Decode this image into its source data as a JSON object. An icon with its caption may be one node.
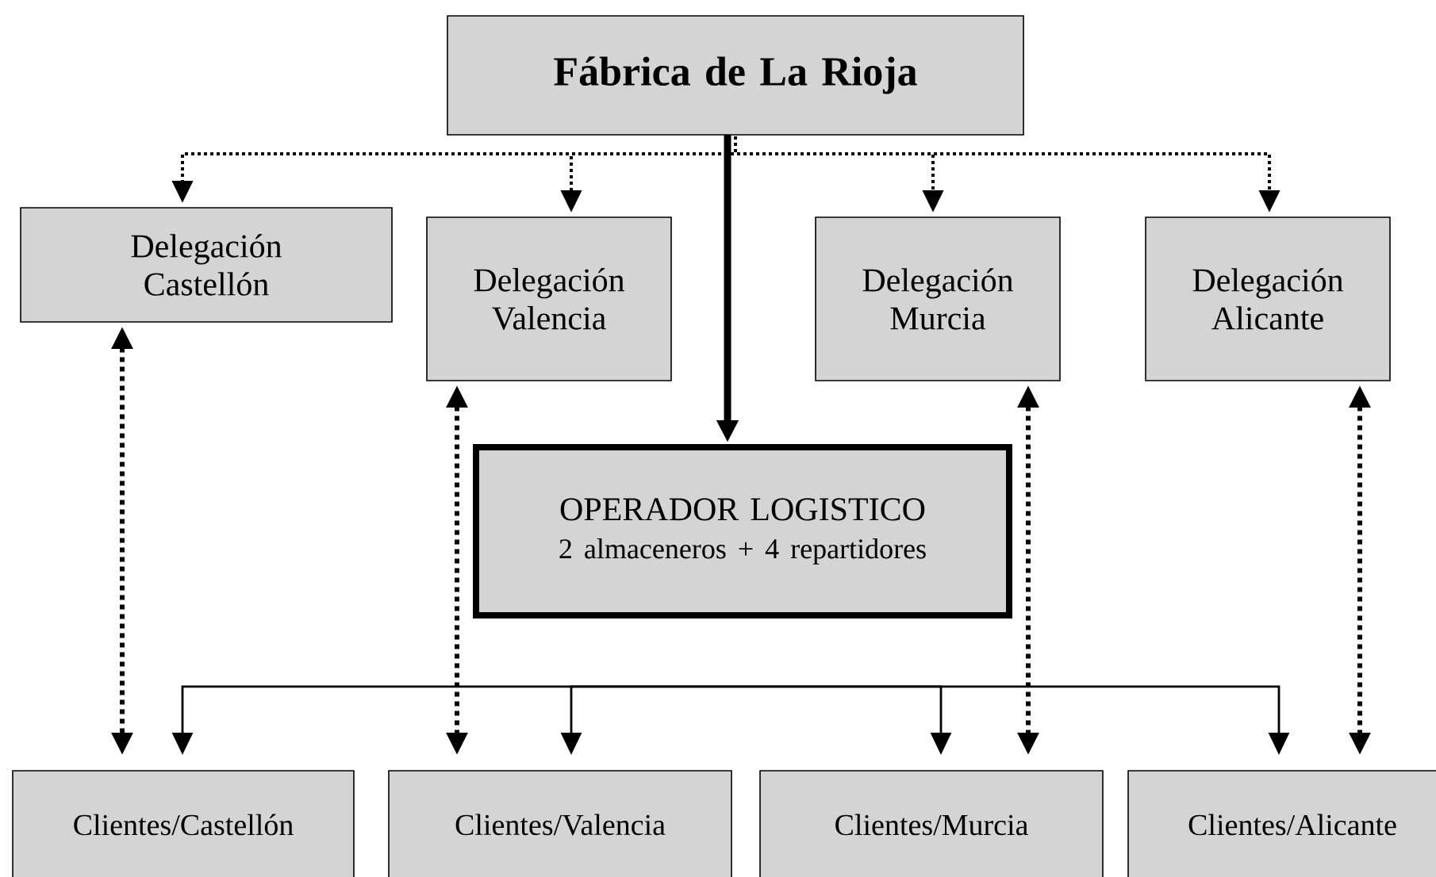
{
  "diagram": {
    "nodes": [
      {
        "text": [
          "Fábrica de La Rioja"
        ]
      },
      {
        "text": [
          "Delegación Castellón"
        ]
      },
      {
        "text": [
          "Delegación Valencia"
        ]
      },
      {
        "text": [
          "Delegación Murcia"
        ]
      },
      {
        "text": [
          "Delegación Alicante"
        ]
      },
      {
        "text": [
          "OPERADOR LOGISTICO",
          "2 almaceneros + 4 repartidores"
        ]
      },
      {
        "text": [
          "Clientes/Castellón"
        ]
      },
      {
        "text": [
          "Clientes/Valencia"
        ]
      },
      {
        "text": [
          "Clientes/Murcia"
        ]
      },
      {
        "text": [
          "Clientes/Alicante"
        ]
      }
    ],
    "edges": [
      {
        "from": 0,
        "to": 1,
        "arrow": "to",
        "style": "dashed"
      },
      {
        "from": 0,
        "to": 2,
        "arrow": "to",
        "style": "dashed"
      },
      {
        "from": 0,
        "to": 3,
        "arrow": "to",
        "style": "dashed"
      },
      {
        "from": 0,
        "to": 4,
        "arrow": "to",
        "style": "dashed"
      },
      {
        "from": 0,
        "to": 5,
        "arrow": "to",
        "style": "thick"
      },
      {
        "from": 1,
        "to": 6,
        "arrow": "both",
        "style": "dashed"
      },
      {
        "from": 2,
        "to": 7,
        "arrow": "both",
        "style": "dashed"
      },
      {
        "from": 3,
        "to": 8,
        "arrow": "both",
        "style": "dashed"
      },
      {
        "from": 4,
        "to": 9,
        "arrow": "both",
        "style": "dashed"
      },
      {
        "from": 5,
        "to": 6,
        "arrow": "to"
      },
      {
        "from": 5,
        "to": 7,
        "arrow": "to"
      },
      {
        "from": 5,
        "to": 8,
        "arrow": "to"
      },
      {
        "from": 5,
        "to": 9,
        "arrow": "to"
      }
    ]
  }
}
